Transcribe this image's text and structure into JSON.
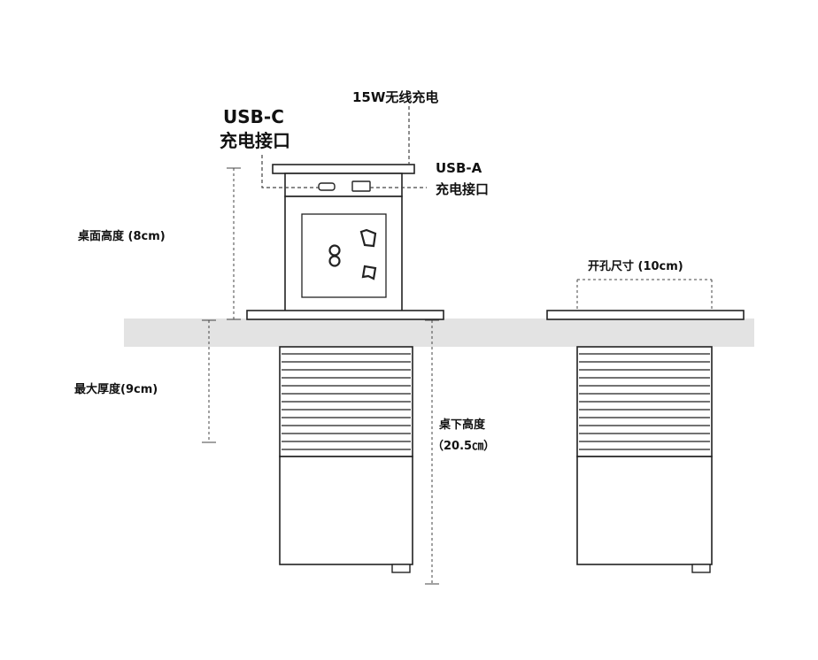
{
  "labels": {
    "usb_c_line1": "USB-C",
    "usb_c_line2": "充电接口",
    "wireless": "15W无线充电",
    "usb_a_line1": "USB-A",
    "usb_a_line2": "充电接口",
    "desktop_height": "桌面高度 (8cm)",
    "max_thickness": "最大厚度(9cm)",
    "below_height_line1": "桌下高度",
    "below_height_line2": "（20.5㎝）",
    "hole_size": "开孔尺寸 (10cm)"
  },
  "colors": {
    "desk": "#e3e3e3",
    "line": "#222222",
    "dash": "#444444"
  }
}
